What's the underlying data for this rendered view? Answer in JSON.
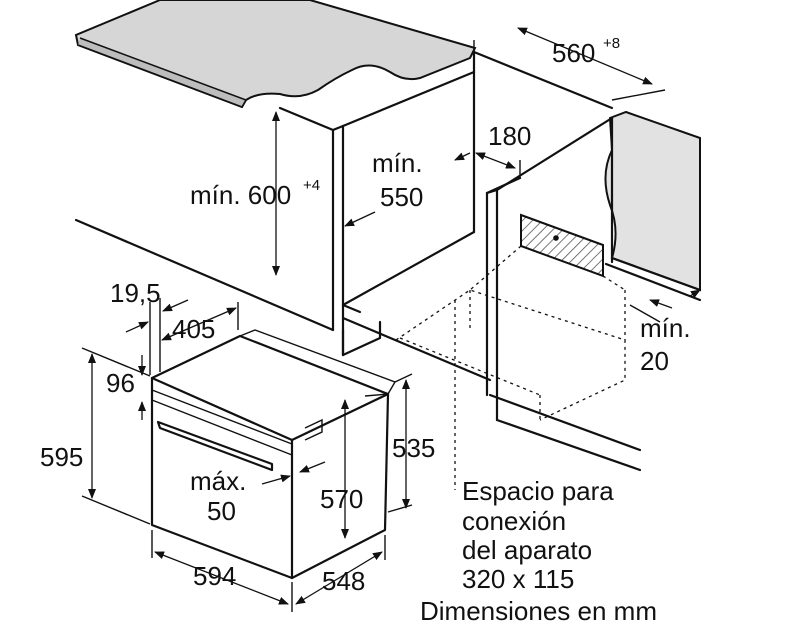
{
  "diagram": {
    "labels": {
      "w560": "560",
      "w560_tol": "+8",
      "h180": "180",
      "min600_pre": "mín. 600",
      "min600_tol": "+4",
      "min550_a": "mín.",
      "min550_b": "550",
      "min20_a": "mín.",
      "min20_b": "20",
      "d19_5": "19,5",
      "d405": "405",
      "d96": "96",
      "d595": "595",
      "d535": "535",
      "d570": "570",
      "max50_a": "máx.",
      "max50_b": "50",
      "d594": "594",
      "d548": "548",
      "conn_line1": "Espacio para",
      "conn_line2": "conexión",
      "conn_line3": "del aparato",
      "conn_line4": "320 x 115",
      "units": "Dimensiones en mm"
    },
    "colors": {
      "stroke": "#111111",
      "countertop": "#d9d9d9",
      "wall": "#e4e4e4",
      "hatch": "#888888"
    }
  }
}
